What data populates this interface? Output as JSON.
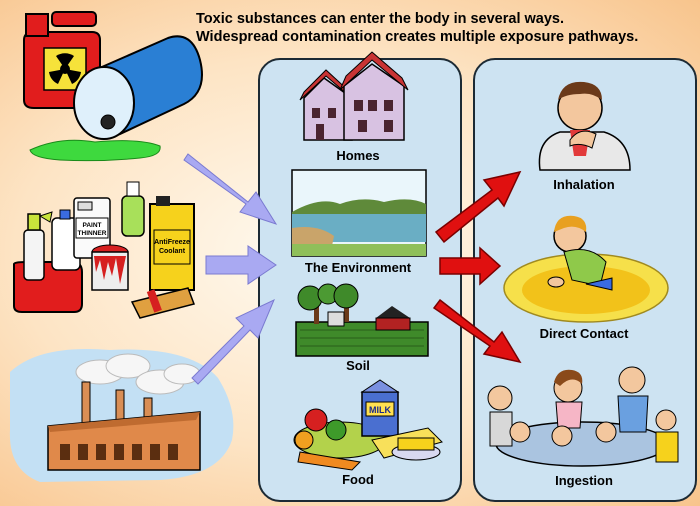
{
  "caption": {
    "line1": "Toxic substances can enter the body in several ways.",
    "line2": "Widespread contamination creates multiple exposure pathways."
  },
  "sources": {
    "barrel_icon": "radioactive-barrel-icon",
    "chemicals_icon": "household-chemicals-icon",
    "factory_icon": "factory-smoke-icon",
    "paint_label_1": "PAINT",
    "paint_label_2": "THINNER",
    "antifreeze_label_1": "AntiFreeze",
    "antifreeze_label_2": "Coolant"
  },
  "environment": {
    "homes": "Homes",
    "environment": "The Environment",
    "soil": "Soil",
    "food": "Food",
    "milk_label": "MILK"
  },
  "pathways": {
    "inhalation": "Inhalation",
    "direct_contact": "Direct Contact",
    "ingestion": "Ingestion"
  },
  "colors": {
    "source_arrow": "#a9a9f2",
    "pathway_arrow": "#e01010",
    "panel_fill": "#cde3f2"
  }
}
